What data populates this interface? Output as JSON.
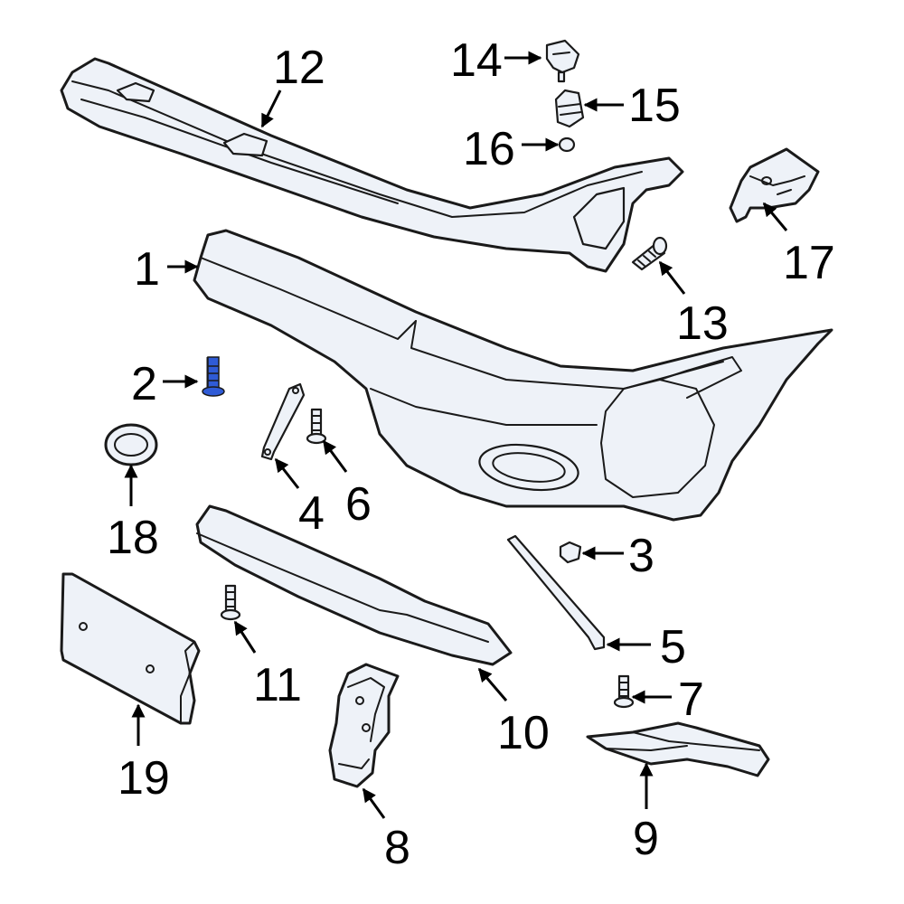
{
  "callouts": {
    "c1": "1",
    "c2": "2",
    "c3": "3",
    "c4": "4",
    "c5": "5",
    "c6": "6",
    "c7": "7",
    "c8": "8",
    "c9": "9",
    "c10": "10",
    "c11": "11",
    "c12": "12",
    "c13": "13",
    "c14": "14",
    "c15": "15",
    "c16": "16",
    "c17": "17",
    "c18": "18",
    "c19": "19"
  },
  "colors": {
    "part_fill": "#eef2f8",
    "outline": "#1a1a1a",
    "highlight": "#2f5bd6",
    "text": "#000000"
  }
}
